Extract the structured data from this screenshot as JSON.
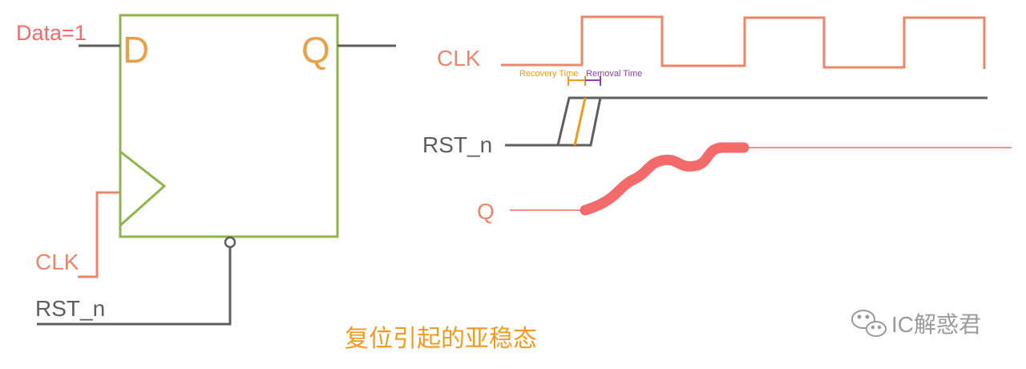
{
  "flipflop": {
    "data_input_label": "Data=1",
    "d_pin": "D",
    "q_pin": "Q",
    "clk_label": "CLK",
    "rst_label": "RST_n"
  },
  "timing": {
    "clk_label": "CLK",
    "rst_label": "RST_n",
    "q_label": "Q",
    "recovery_time_label": "Recovery Time",
    "removal_time_label": "Removal Time"
  },
  "caption": "复位引起的亚稳态",
  "watermark": {
    "text": "IC解惑君",
    "icon": "wechat-icon"
  },
  "colors": {
    "box": "#8cb64a",
    "pin_label": "#e8a04a",
    "data_label": "#f26a6a",
    "clk": "#e8876a",
    "rst": "#5e5e5e",
    "q_wave": "#f26a6a",
    "recovery": "#f09a1f",
    "removal": "#8a3fb0",
    "caption": "#f09a1f",
    "watermark": "#9a9a9a"
  }
}
